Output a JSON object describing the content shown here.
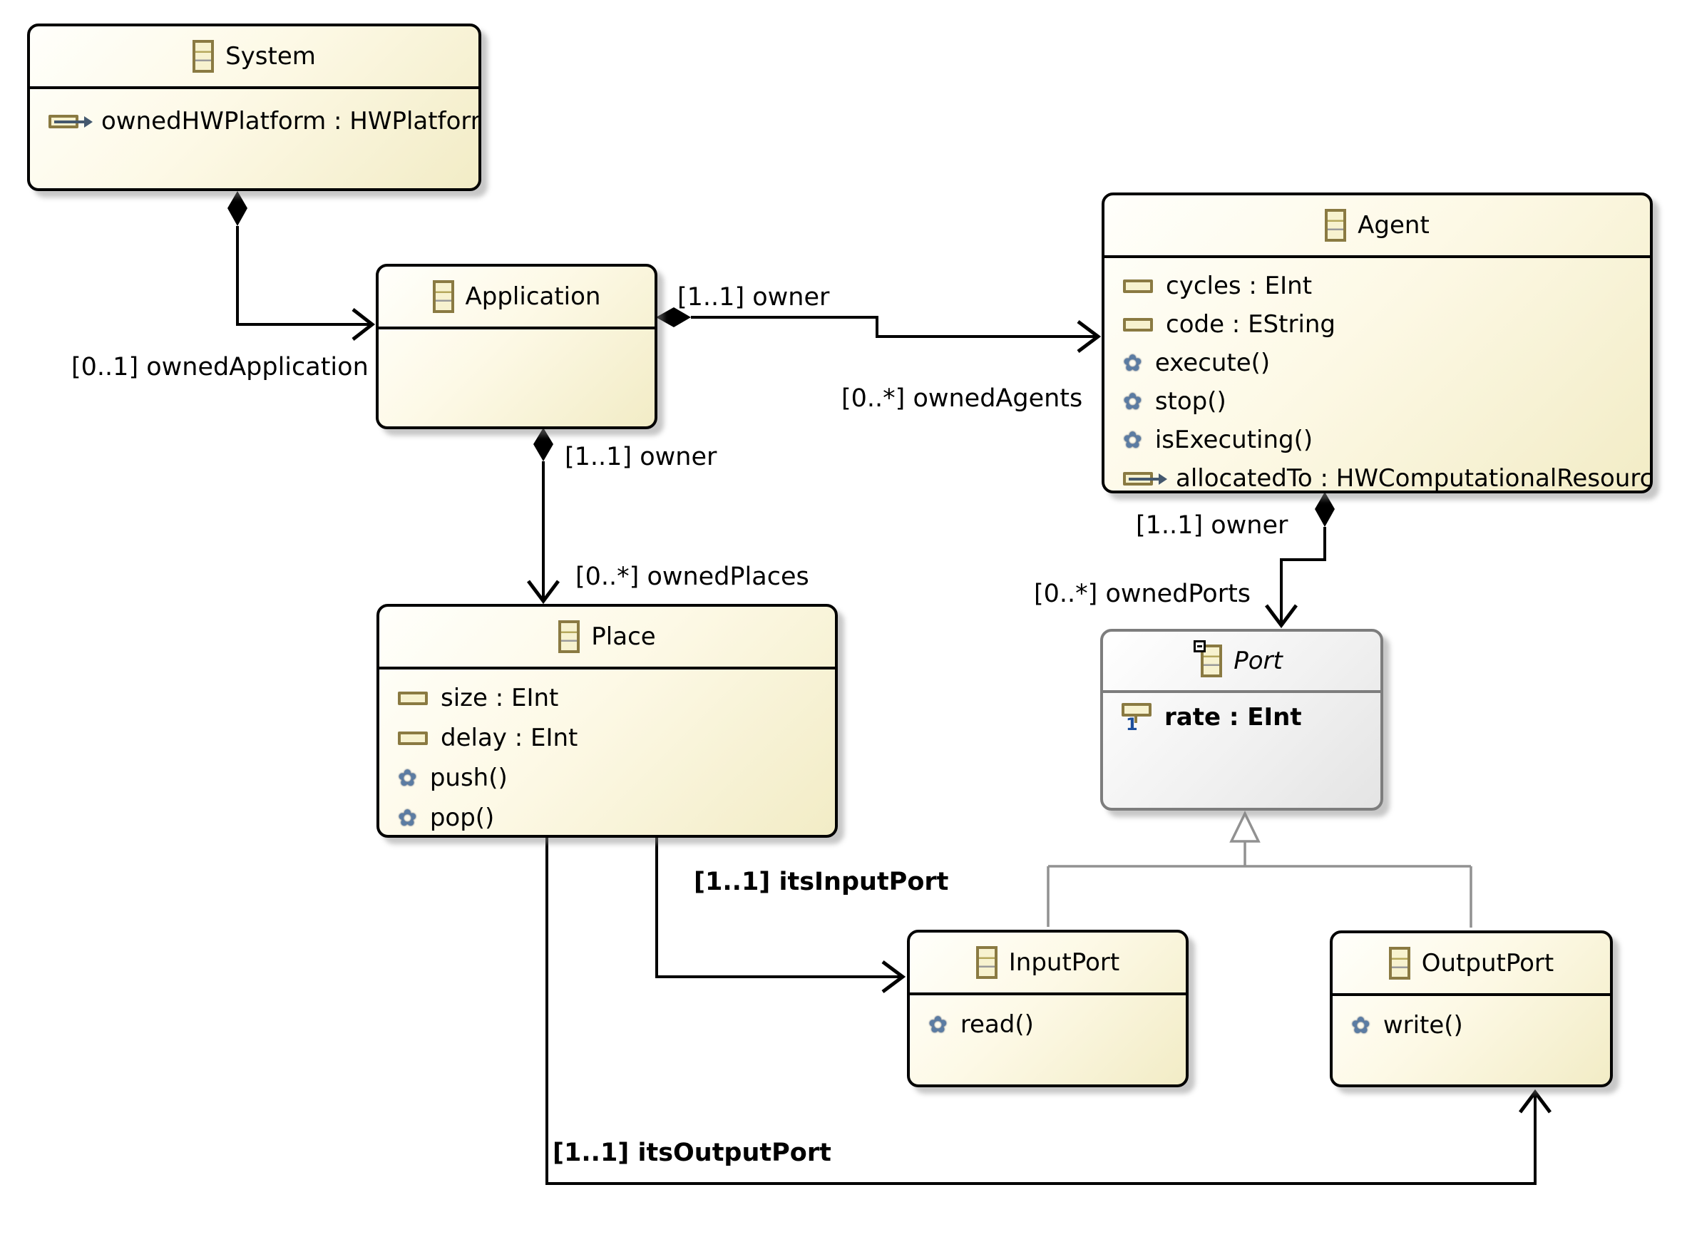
{
  "classes": {
    "system": {
      "title": "System",
      "members": [
        {
          "kind": "reference",
          "label": "ownedHWPlatform : HWPlatform"
        }
      ]
    },
    "application": {
      "title": "Application",
      "members": []
    },
    "agent": {
      "title": "Agent",
      "members": [
        {
          "kind": "attribute",
          "label": "cycles : EInt"
        },
        {
          "kind": "attribute",
          "label": "code : EString"
        },
        {
          "kind": "operation",
          "label": "execute()"
        },
        {
          "kind": "operation",
          "label": "stop()"
        },
        {
          "kind": "operation",
          "label": "isExecuting()"
        },
        {
          "kind": "reference",
          "label": "allocatedTo : HWComputationalResource"
        }
      ]
    },
    "place": {
      "title": "Place",
      "members": [
        {
          "kind": "attribute",
          "label": "size : EInt"
        },
        {
          "kind": "attribute",
          "label": "delay : EInt"
        },
        {
          "kind": "operation",
          "label": "push()"
        },
        {
          "kind": "operation",
          "label": "pop()"
        }
      ]
    },
    "port": {
      "title": "Port",
      "abstract": true,
      "members": [
        {
          "kind": "typed-attribute",
          "label": "rate : EInt"
        }
      ]
    },
    "inputPort": {
      "title": "InputPort",
      "members": [
        {
          "kind": "operation",
          "label": "read()"
        }
      ]
    },
    "outputPort": {
      "title": "OutputPort",
      "members": [
        {
          "kind": "operation",
          "label": "write()"
        }
      ]
    }
  },
  "edge_labels": {
    "ownedApplication": "[0..1] ownedApplication",
    "appOwner": "[1..1] owner",
    "ownedAgents": "[0..*] ownedAgents",
    "placeOwner": "[1..1] owner",
    "ownedPlaces": "[0..*] ownedPlaces",
    "portOwner": "[1..1] owner",
    "ownedPorts": "[0..*] ownedPorts",
    "itsInputPort": "[1..1] itsInputPort",
    "itsOutputPort": "[1..1] itsOutputPort"
  },
  "colors": {
    "class_fill_top": "#fffffb",
    "class_fill_bottom": "#f2ecc6",
    "class_border": "#000000",
    "abstract_border": "#7d7d7d",
    "inheritance_line": "#919191",
    "icon_border": "#8a7a42",
    "icon_fill": "#f7f2cf",
    "operation_icon": "#5b7ca3",
    "multiplicity_blue": "#1d4f9c"
  }
}
